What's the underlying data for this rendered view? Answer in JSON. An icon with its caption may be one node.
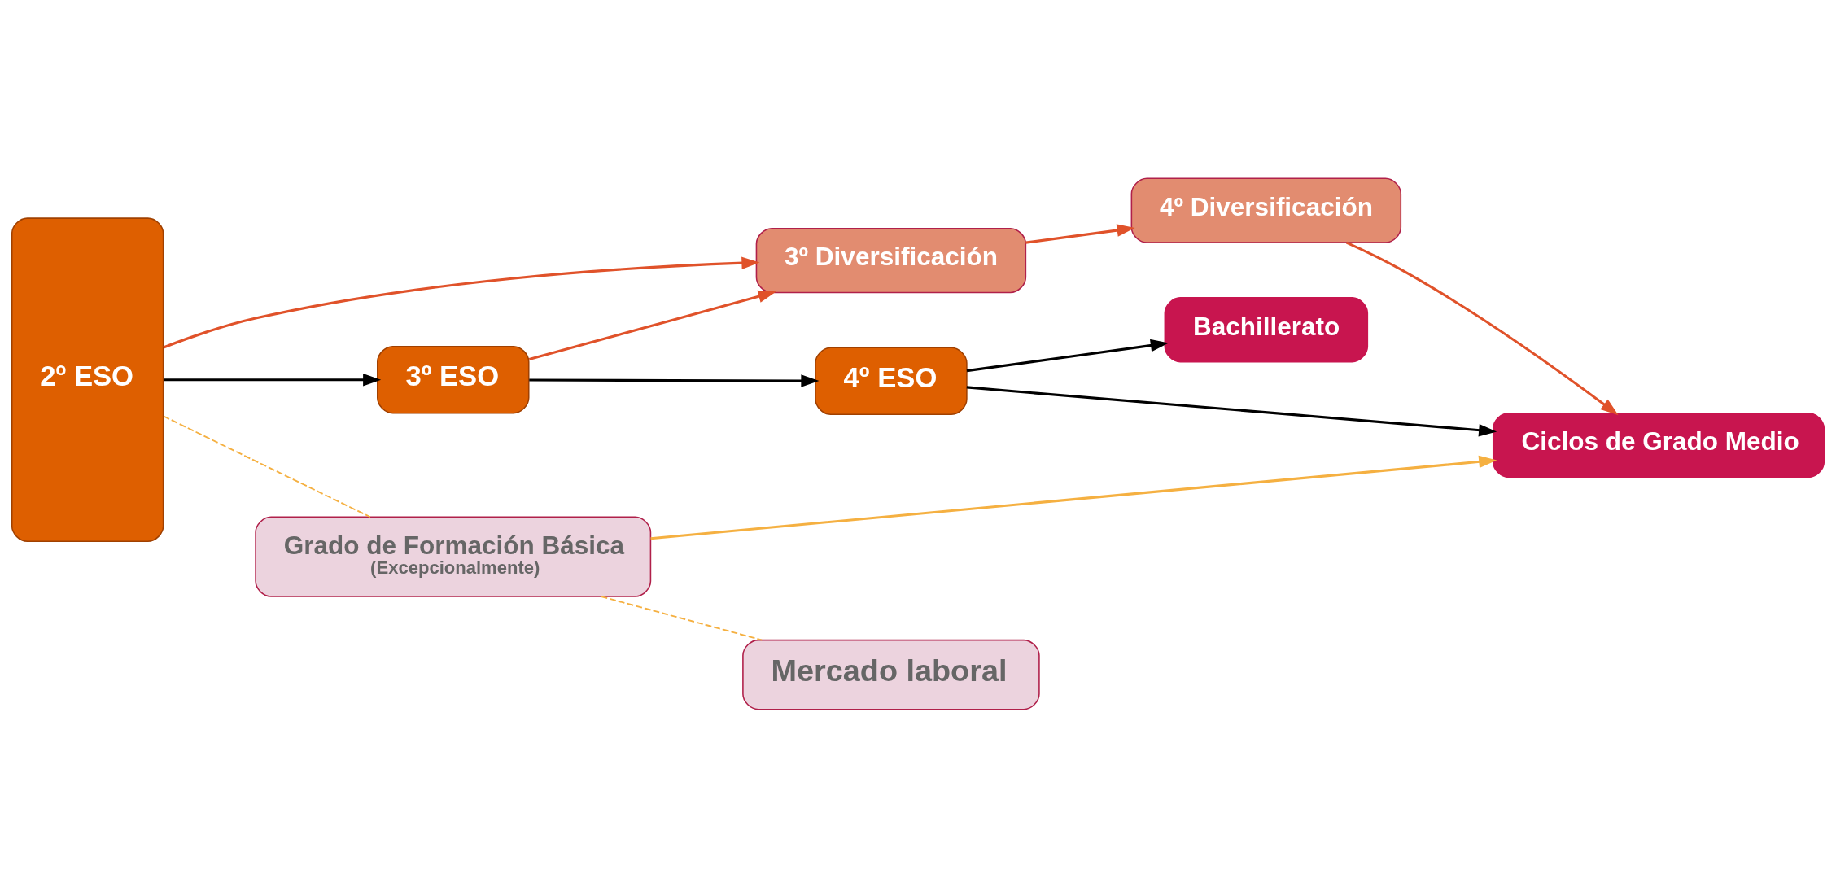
{
  "diagram": {
    "nodes": [
      {
        "text": [
          "2º ESO"
        ]
      },
      {
        "text": [
          "3º Diversificación"
        ]
      },
      {
        "text": [
          "4º Diversificación"
        ]
      },
      {
        "text": [
          "3º ESO"
        ]
      },
      {
        "text": [
          "4º ESO"
        ]
      },
      {
        "text": [
          "Bachillerato"
        ]
      },
      {
        "text": [
          "Ciclos de Grado Medio"
        ]
      },
      {
        "text": [
          "Grado de Formación Básica",
          "(Excepcionalmente)"
        ]
      },
      {
        "text": [
          "Mercado laboral"
        ]
      }
    ],
    "edges": [
      {
        "from": 0,
        "to": 1,
        "arrow": "to",
        "color": "#e0522a"
      },
      {
        "from": 1,
        "to": 2,
        "arrow": "to",
        "color": "#e0522a"
      },
      {
        "from": 3,
        "to": 1,
        "arrow": "to",
        "color": "#e0522a"
      },
      {
        "from": 0,
        "to": 3,
        "arrow": "to",
        "color": "#000000"
      },
      {
        "from": 3,
        "to": 4,
        "arrow": "to",
        "color": "#000000"
      },
      {
        "from": 4,
        "to": 5,
        "arrow": "to",
        "color": "#000000"
      },
      {
        "from": 4,
        "to": 6,
        "arrow": "to",
        "color": "#000000"
      },
      {
        "from": 2,
        "to": 6,
        "arrow": "to",
        "color": "#e0522a"
      },
      {
        "from": 0,
        "to": 7,
        "arrow": "none",
        "style": "dashed",
        "color": "#f5b041"
      },
      {
        "from": 7,
        "to": 6,
        "arrow": "to",
        "color": "#f5b041"
      },
      {
        "from": 7,
        "to": 8,
        "arrow": "none",
        "style": "dashed",
        "color": "#f5b041"
      }
    ]
  }
}
